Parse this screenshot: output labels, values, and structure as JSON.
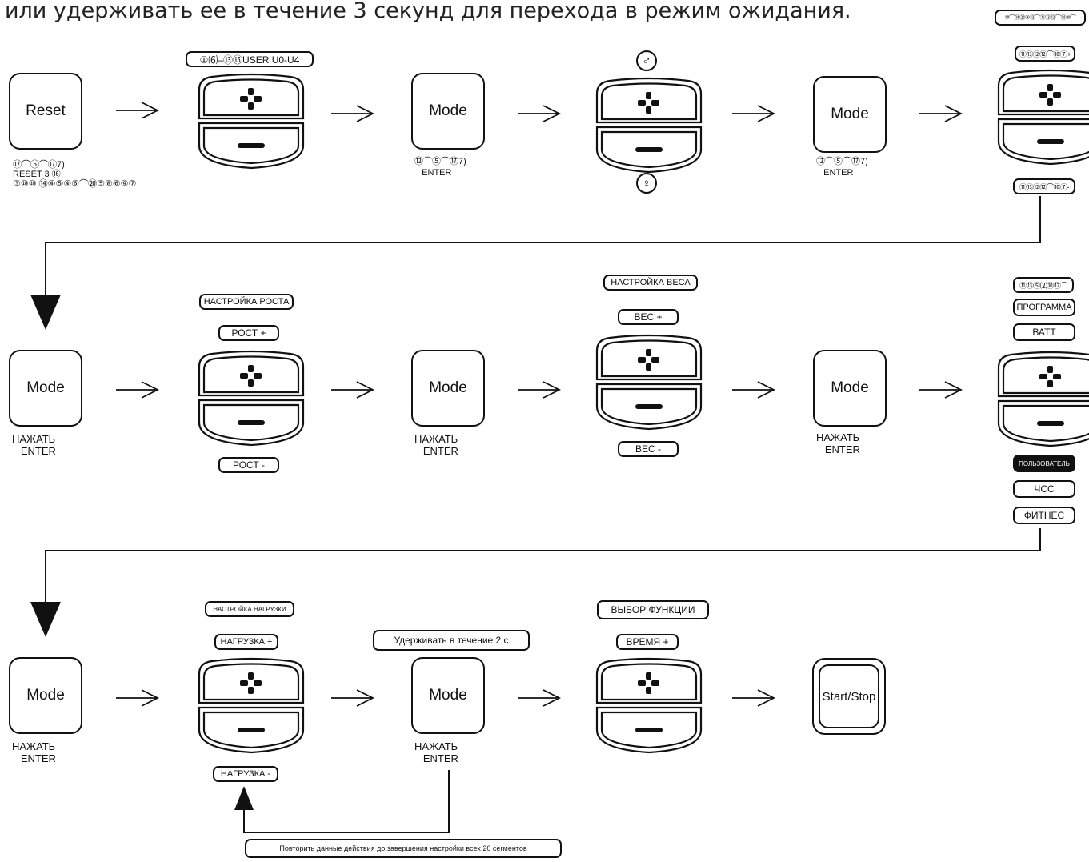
{
  "heading": "или удерживать ее в течение 3 секунд для перехода в режим ожидания.",
  "rows": {
    "row1": {
      "reset_label": "Reset",
      "reset_caption": "⑫⌒⑤⌒⑰7)\nRESET 3 ⑯\n③⑩⑩ ⑭④⑤④⑥⌒⑳⑤⑧⑥⑨⑦",
      "user_pill": "①⑹–⑬⑮USER  U0-U4",
      "mode1_label": "Mode",
      "mode1_caption": "⑫⌒⑤⌒⑰7)\n   ENTER",
      "male_symbol": "♂",
      "female_symbol": "♀",
      "mode2_label": "Mode",
      "mode2_caption": "⑫⌒⑤⌒⑰7)\n   ENTER",
      "right_top_pill": "⑩⌒⑭⑳⑨⑬⌒⑪⑬⑫⌒⑭⑩⌒",
      "right_plus_pill": "⑪⑬⑫⑫⌒⑩⑦+",
      "right_minus_pill": "⑪⑬⑫⑫⌒⑩⑦-"
    },
    "row2": {
      "mode1_label": "Mode",
      "mode1_caption": "НАЖАТЬ\n   ENTER",
      "height_setting": "НАСТРОЙКА РОСТА",
      "height_plus": "РОСТ +",
      "height_minus": "РОСТ -",
      "mode2_label": "Mode",
      "mode2_caption": "НАЖАТЬ\n   ENTER",
      "weight_setting": "НАСТРОЙКА ВЕСА",
      "weight_plus": "ВЕС +",
      "weight_minus": "ВЕС -",
      "mode3_label": "Mode",
      "mode3_caption": "НАЖАТЬ\n   ENTER",
      "right_glyph_pill": "⑪⑬⑤⑵⑩⑫⌒",
      "program_pill": "ПРОГРАММА",
      "batt_pill": "ВАТТ",
      "user_pill": "ПОЛЬЗОВАТЕЛЬ",
      "hr_pill": "ЧСС",
      "fitness_pill": "ФИТНЕС"
    },
    "row3": {
      "mode1_label": "Mode",
      "mode1_caption": "НАЖАТЬ\n   ENTER",
      "load_setting": "НАСТРОЙКА НАГРУЗКИ",
      "load_plus": "НАГРУЗКА +",
      "load_minus": "НАГРУЗКА -",
      "hold_pill": "Удерживать в течение 2 с",
      "mode2_label": "Mode",
      "mode2_caption": "НАЖАТЬ\n   ENTER",
      "function_select": "ВЫБОР ФУНКЦИИ",
      "time_plus": "ВРЕМЯ +",
      "startstop_label": "Start/Stop",
      "repeat_note": "Повторить данные действия до завершения настройки всех 20 сегментов"
    }
  },
  "colors": {
    "line": "#111111",
    "background": "#ffffff",
    "dark_pill": "#111111"
  },
  "icons": [
    "rocker-plus-minus-icon",
    "arrow-right-icon",
    "arrow-down-icon",
    "arrow-up-icon",
    "male-symbol-icon",
    "female-symbol-icon"
  ]
}
